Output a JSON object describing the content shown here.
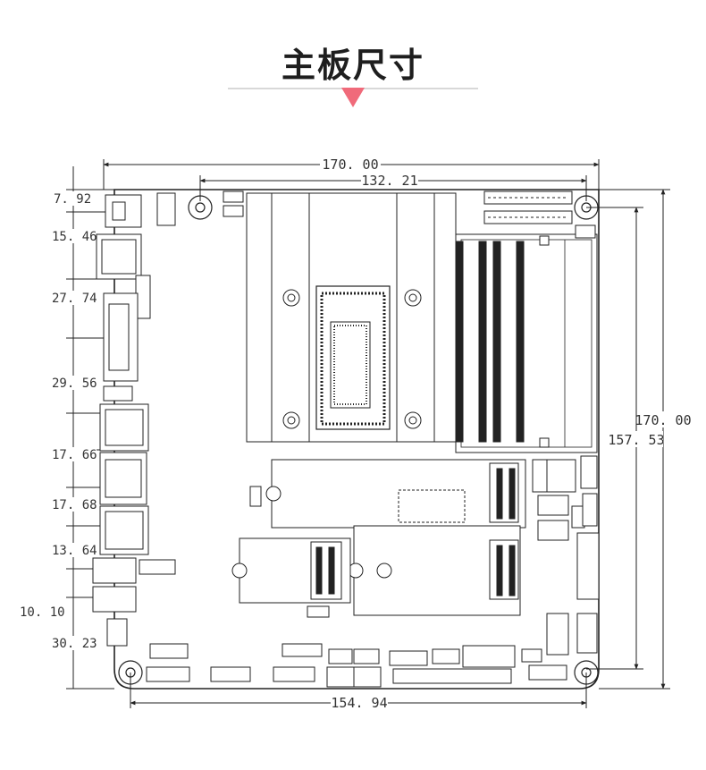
{
  "title": "主板尺寸",
  "dimensions": {
    "top_total": "170. 00",
    "top_mount": "132. 21",
    "right_total": "170. 00",
    "right_mount": "157. 53",
    "bottom_mount": "154. 94",
    "left": [
      "7. 92",
      "15. 46",
      "27. 74",
      "29. 56",
      "17. 66",
      "17. 68",
      "13. 64",
      "10. 10",
      "30. 23"
    ]
  },
  "colors": {
    "line": "#222222",
    "accent": "#f06a7a",
    "rule": "#d8d8d8"
  }
}
